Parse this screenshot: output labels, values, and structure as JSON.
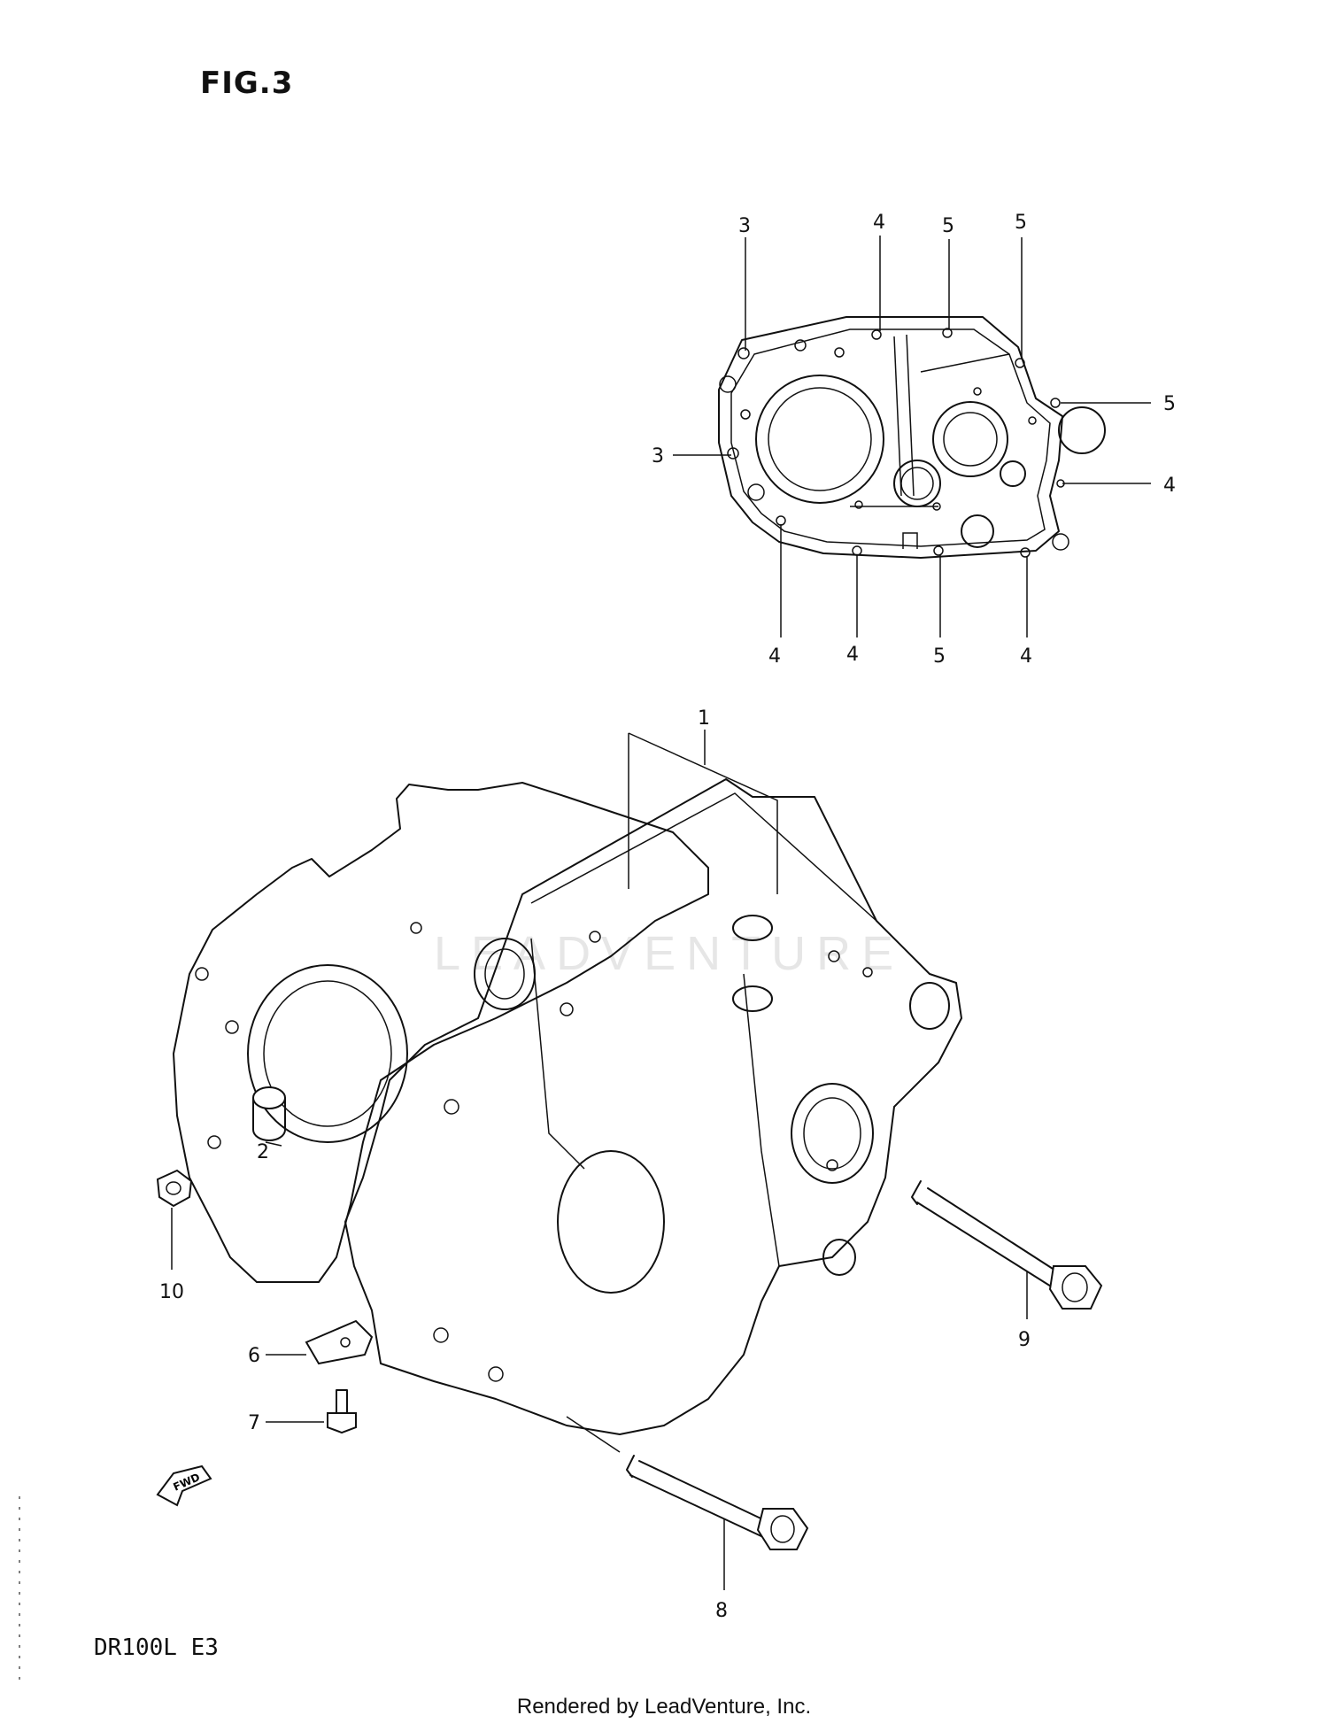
{
  "figure": {
    "title": "FIG.3"
  },
  "callouts": {
    "c3a": "3",
    "c4a": "4",
    "c5a": "5",
    "c5b": "5",
    "c5c": "5",
    "c3b": "3",
    "c4b": "4",
    "c4c": "4",
    "c4d": "4",
    "c5d": "5",
    "c4e": "4",
    "c1": "1",
    "c2": "2",
    "c10": "10",
    "c6": "6",
    "c7": "7",
    "c9": "9",
    "c8": "8",
    "fwd": "FWD"
  },
  "watermark": "LEADVENTURE",
  "footer": {
    "model_code": "DR100L E3",
    "credit": "Rendered by LeadVenture, Inc."
  }
}
